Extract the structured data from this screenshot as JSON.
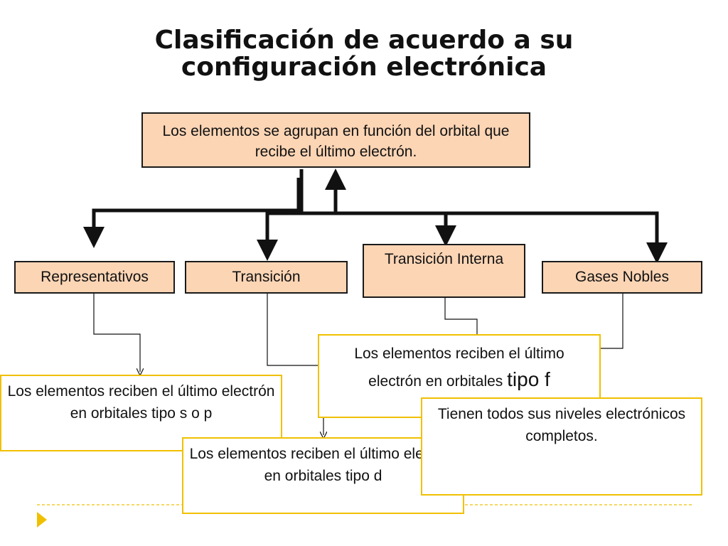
{
  "title": {
    "line1": "Clasificación de acuerdo a su",
    "line2": "configuración electrónica"
  },
  "root": "Los elementos se agrupan en función del orbital que recibe el último electrón.",
  "categories": {
    "representativos": "Representativos",
    "transicion": "Transición",
    "transicion_interna": "Transición Interna",
    "gases_nobles": "Gases Nobles"
  },
  "descriptions": {
    "transicion_interna": {
      "line1": "Los elementos reciben el último",
      "line2_prefix": "electrón en orbitales ",
      "line2_emph": "tipo f"
    },
    "representativos": "Los elementos reciben el último electrón en orbitales tipo s o p",
    "transicion": "Los elementos reciben el último electrón en orbitales tipo d",
    "gases_nobles": "Tienen todos sus niveles electrónicos completos."
  },
  "colors": {
    "peach": "#fcd5b5",
    "border_dark": "#1a1a1a",
    "accent_gold": "#f0c000"
  },
  "icons": {
    "nav": "play-triangle-icon"
  }
}
